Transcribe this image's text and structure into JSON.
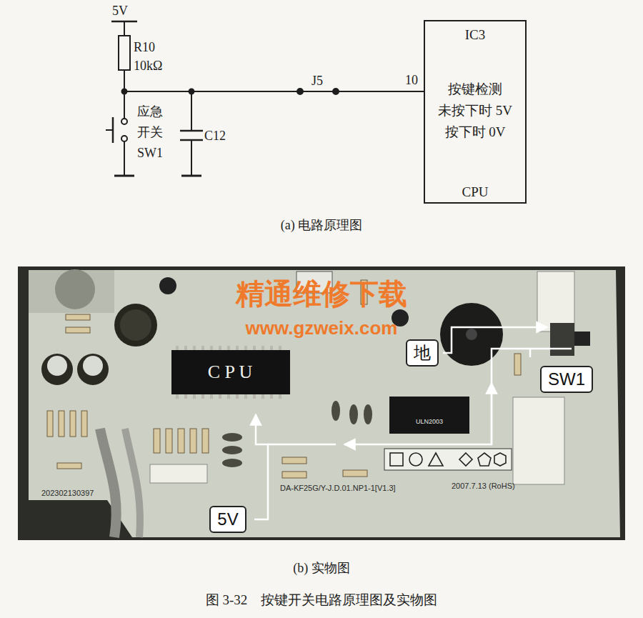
{
  "diagram": {
    "caption": "图 3-32　按键开关电路原理图及实物图",
    "nodes": [
      {
        "text": [
          "IC3",
          "按键检测",
          "未按下时 5V",
          "按下时 0V",
          "CPU"
        ]
      },
      {
        "text": [
          "地"
        ]
      },
      {
        "text": [
          "SW1"
        ]
      },
      {
        "text": [
          "5V"
        ]
      }
    ],
    "labels": [
      "5V",
      "R10",
      "10kΩ",
      "应急",
      "开关",
      "SW1",
      "C12",
      "J5",
      "10",
      "(a) 电路原理图",
      "C P U",
      "精通维修下载",
      "www.gzweix.com",
      "202302130397",
      "DA-KF25G/Y-J.D.01.NP1-1[V1.3]",
      "2007.7.13 (RoHS)",
      "ULN2003",
      "(b) 实物图"
    ]
  }
}
